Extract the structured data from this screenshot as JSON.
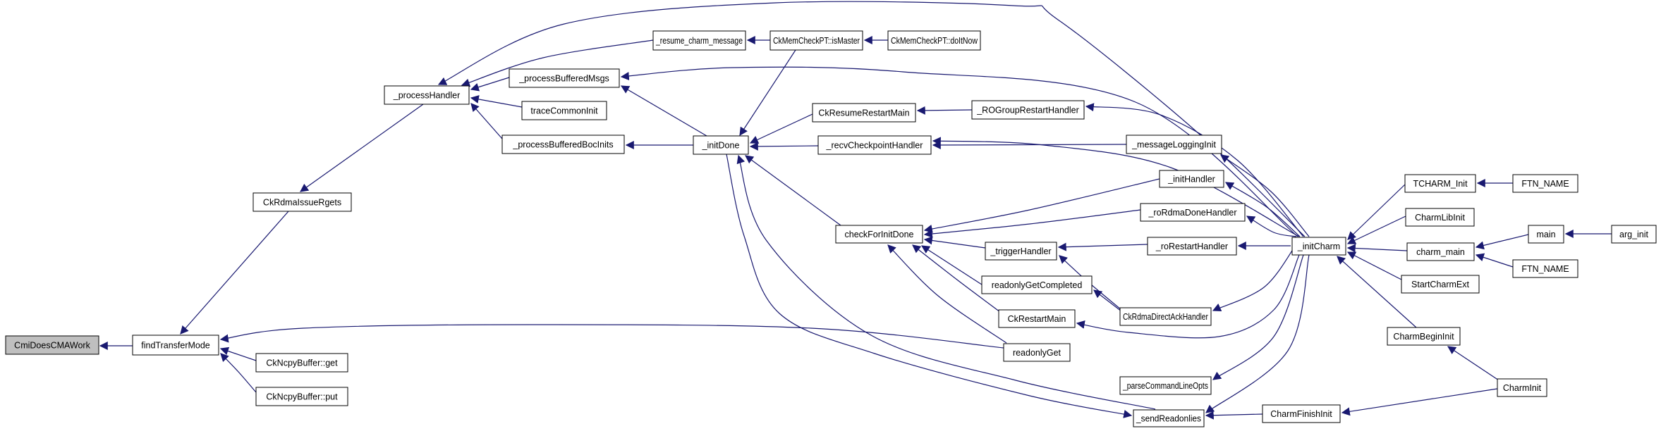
{
  "diagram": {
    "kind": "caller-graph",
    "root_function": "CmiDoesCMAWork",
    "colors": {
      "background": "#ffffff",
      "node_fill": "#ffffff",
      "node_border": "#000000",
      "root_node_fill": "#bfbfbf",
      "edge": "#191970",
      "text": "#000000"
    }
  },
  "nodes": [
    {
      "id": "root",
      "label": "CmiDoesCMAWork",
      "root": true
    },
    {
      "id": "ftm",
      "label": "findTransferMode"
    },
    {
      "id": "get",
      "label": "CkNcpyBuffer::get"
    },
    {
      "id": "put",
      "label": "CkNcpyBuffer::put"
    },
    {
      "id": "rgets",
      "label": "CkRdmaIssueRgets"
    },
    {
      "id": "ph",
      "label": "_processHandler"
    },
    {
      "id": "pbm",
      "label": "_processBufferedMsgs"
    },
    {
      "id": "tci",
      "label": "traceCommonInit"
    },
    {
      "id": "pbb",
      "label": "_processBufferedBocInits"
    },
    {
      "id": "rcm",
      "label": "_resume_charm_message"
    },
    {
      "id": "mast",
      "label": "CkMemCheckPT::isMaster"
    },
    {
      "id": "doit",
      "label": "CkMemCheckPT::doItNow"
    },
    {
      "id": "idone",
      "label": "_initDone"
    },
    {
      "id": "crrm",
      "label": "CkResumeRestartMain"
    },
    {
      "id": "rcvh",
      "label": "_recvCheckpointHandler"
    },
    {
      "id": "rogr",
      "label": "_ROGroupRestartHandler"
    },
    {
      "id": "mli",
      "label": "_messageLoggingInit"
    },
    {
      "id": "cfid",
      "label": "checkForInitDone"
    },
    {
      "id": "trig",
      "label": "_triggerHandler"
    },
    {
      "id": "ih",
      "label": "_initHandler"
    },
    {
      "id": "rord",
      "label": "_roRdmaDoneHandler"
    },
    {
      "id": "rore",
      "label": "_roRestartHandler"
    },
    {
      "id": "ic",
      "label": "_initCharm"
    },
    {
      "id": "tch",
      "label": "TCHARM_Init"
    },
    {
      "id": "ftn1",
      "label": "FTN_NAME"
    },
    {
      "id": "cli",
      "label": "CharmLibInit"
    },
    {
      "id": "main",
      "label": "main"
    },
    {
      "id": "arg",
      "label": "arg_init"
    },
    {
      "id": "cm",
      "label": "charm_main"
    },
    {
      "id": "ftn2",
      "label": "FTN_NAME"
    },
    {
      "id": "sce",
      "label": "StartCharmExt"
    },
    {
      "id": "rgc",
      "label": "readonlyGetCompleted"
    },
    {
      "id": "ckrm",
      "label": "CkRestartMain"
    },
    {
      "id": "rg",
      "label": "readonlyGet"
    },
    {
      "id": "ack",
      "label": "CkRdmaDirectAckHandler"
    },
    {
      "id": "pclo",
      "label": "_parseCommandLineOpts"
    },
    {
      "id": "sro",
      "label": "_sendReadonlies"
    },
    {
      "id": "cfi",
      "label": "CharmFinishInit"
    },
    {
      "id": "cbi",
      "label": "CharmBeginInit"
    },
    {
      "id": "ci",
      "label": "CharmInit"
    }
  ],
  "edges": [
    {
      "from": "ftm",
      "to": "root"
    },
    {
      "from": "rgets",
      "to": "ftm"
    },
    {
      "from": "get",
      "to": "ftm"
    },
    {
      "from": "put",
      "to": "ftm"
    },
    {
      "from": "rg",
      "to": "ftm"
    },
    {
      "from": "ph",
      "to": "rgets"
    },
    {
      "from": "pbm",
      "to": "ph"
    },
    {
      "from": "tci",
      "to": "ph"
    },
    {
      "from": "pbb",
      "to": "ph"
    },
    {
      "from": "rcm",
      "to": "ph"
    },
    {
      "from": "ic",
      "to": "ph"
    },
    {
      "from": "ic",
      "to": "pbm"
    },
    {
      "from": "idone",
      "to": "pbm"
    },
    {
      "from": "idone",
      "to": "pbb"
    },
    {
      "from": "mast",
      "to": "rcm"
    },
    {
      "from": "doit",
      "to": "mast"
    },
    {
      "from": "mast",
      "to": "idone"
    },
    {
      "from": "cfid",
      "to": "idone"
    },
    {
      "from": "crrm",
      "to": "idone"
    },
    {
      "from": "rcvh",
      "to": "idone"
    },
    {
      "from": "sro",
      "to": "idone"
    },
    {
      "from": "idone",
      "to": "sro"
    },
    {
      "from": "mli",
      "to": "rcvh"
    },
    {
      "from": "rogr",
      "to": "crrm"
    },
    {
      "from": "ic",
      "to": "rogr"
    },
    {
      "from": "ic",
      "to": "mli"
    },
    {
      "from": "ic",
      "to": "rcvh"
    },
    {
      "from": "ih",
      "to": "cfid"
    },
    {
      "from": "rord",
      "to": "cfid"
    },
    {
      "from": "trig",
      "to": "cfid"
    },
    {
      "from": "rgc",
      "to": "cfid"
    },
    {
      "from": "ckrm",
      "to": "cfid"
    },
    {
      "from": "rg",
      "to": "cfid"
    },
    {
      "from": "rore",
      "to": "trig"
    },
    {
      "from": "ack",
      "to": "trig"
    },
    {
      "from": "ack",
      "to": "rgc"
    },
    {
      "from": "ic",
      "to": "ih"
    },
    {
      "from": "ic",
      "to": "rord"
    },
    {
      "from": "ic",
      "to": "rore"
    },
    {
      "from": "ic",
      "to": "ack"
    },
    {
      "from": "ic",
      "to": "ckrm"
    },
    {
      "from": "ic",
      "to": "pclo"
    },
    {
      "from": "ic",
      "to": "sro"
    },
    {
      "from": "tch",
      "to": "ic"
    },
    {
      "from": "ftn1",
      "to": "tch"
    },
    {
      "from": "cli",
      "to": "ic"
    },
    {
      "from": "cm",
      "to": "ic"
    },
    {
      "from": "main",
      "to": "cm"
    },
    {
      "from": "arg",
      "to": "main"
    },
    {
      "from": "ftn2",
      "to": "cm"
    },
    {
      "from": "sce",
      "to": "ic"
    },
    {
      "from": "cbi",
      "to": "ic"
    },
    {
      "from": "ci",
      "to": "cbi"
    },
    {
      "from": "ci",
      "to": "cfi"
    },
    {
      "from": "cfi",
      "to": "sro"
    }
  ]
}
